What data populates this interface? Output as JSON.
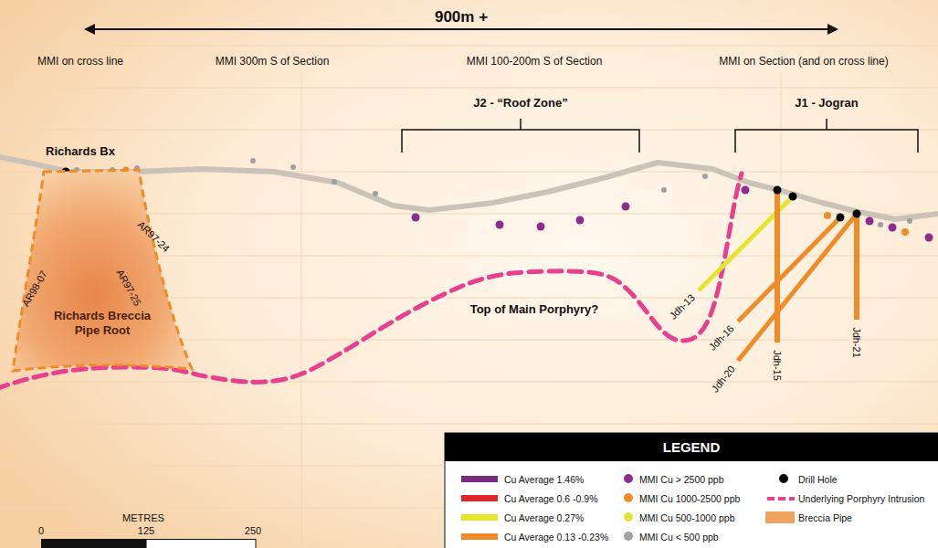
{
  "diagram": {
    "nodes": [
      {
        "text": [
          "Richards Breccia Pipe Root"
        ]
      }
    ],
    "labels": [
      "900m +",
      "MMI on cross line",
      "MMI 300m S of Section",
      "MMI 100-200m S of Section",
      "MMI on Section (and on cross line)",
      "J2 - “Roof Zone”",
      "J1 - Jogran",
      "Richards Bx",
      "AR98-07",
      "AR97-24",
      "AR97-25",
      "Top of Main Porphyry?",
      "Jdh-13",
      "Jdh-16",
      "Jdh-20",
      "Jdh-15",
      "Jdh-21",
      "METRES",
      "0",
      "125",
      "250",
      "LEGEND"
    ],
    "legend": [
      {
        "text": "Cu Average 1.46%",
        "color": "#7a2a80"
      },
      {
        "text": "Cu Average 0.6 -0.9%",
        "color": "#e3242b"
      },
      {
        "text": "Cu Average 0.27%",
        "color": "#e5e52e"
      },
      {
        "text": "Cu Average 0.13 -0.23%",
        "color": "#f08c28"
      },
      {
        "text": "MMI Cu > 2500 ppb",
        "color": "#8b2c8e"
      },
      {
        "text": "MMI Cu 1000-2500 ppb",
        "color": "#f08c28"
      },
      {
        "text": "MMI Cu 500-1000 ppb",
        "color": "#e8e030"
      },
      {
        "text": "MMI Cu < 500 ppb",
        "color": "#a0a0a0"
      },
      {
        "text": "Drill Hole",
        "color": "#000000"
      },
      {
        "text": "Underlying Porphyry Intrusion"
      },
      {
        "text": "Breccia Pipe",
        "color": "#f0a35e"
      }
    ]
  }
}
